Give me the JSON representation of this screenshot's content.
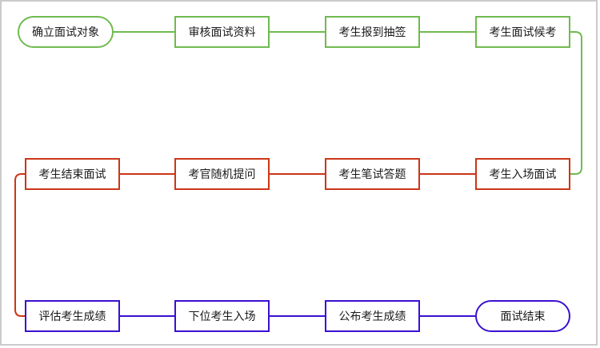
{
  "flowchart": {
    "frame_color": "#cbcbcb",
    "text_color": "#1a1a1a",
    "rows": [
      {
        "color": "#6fba4f",
        "nodes": [
          {
            "label": "确立面试对象",
            "shape": "stadium"
          },
          {
            "label": "审核面试资料",
            "shape": "rect"
          },
          {
            "label": "考生报到抽签",
            "shape": "rect"
          },
          {
            "label": "考生面试候考",
            "shape": "rect"
          }
        ]
      },
      {
        "color": "#cb3617",
        "direction": "right-to-left",
        "nodes": [
          {
            "label": "考生结束面试",
            "shape": "rect"
          },
          {
            "label": "考官随机提问",
            "shape": "rect"
          },
          {
            "label": "考生笔试答题",
            "shape": "rect"
          },
          {
            "label": "考生入场面试",
            "shape": "rect"
          }
        ]
      },
      {
        "color": "#3a10d0",
        "nodes": [
          {
            "label": "评估考生成绩",
            "shape": "rect"
          },
          {
            "label": "下位考生入场",
            "shape": "rect"
          },
          {
            "label": "公布考生成绩",
            "shape": "rect"
          },
          {
            "label": "面试结束",
            "shape": "stadium"
          }
        ]
      }
    ]
  }
}
